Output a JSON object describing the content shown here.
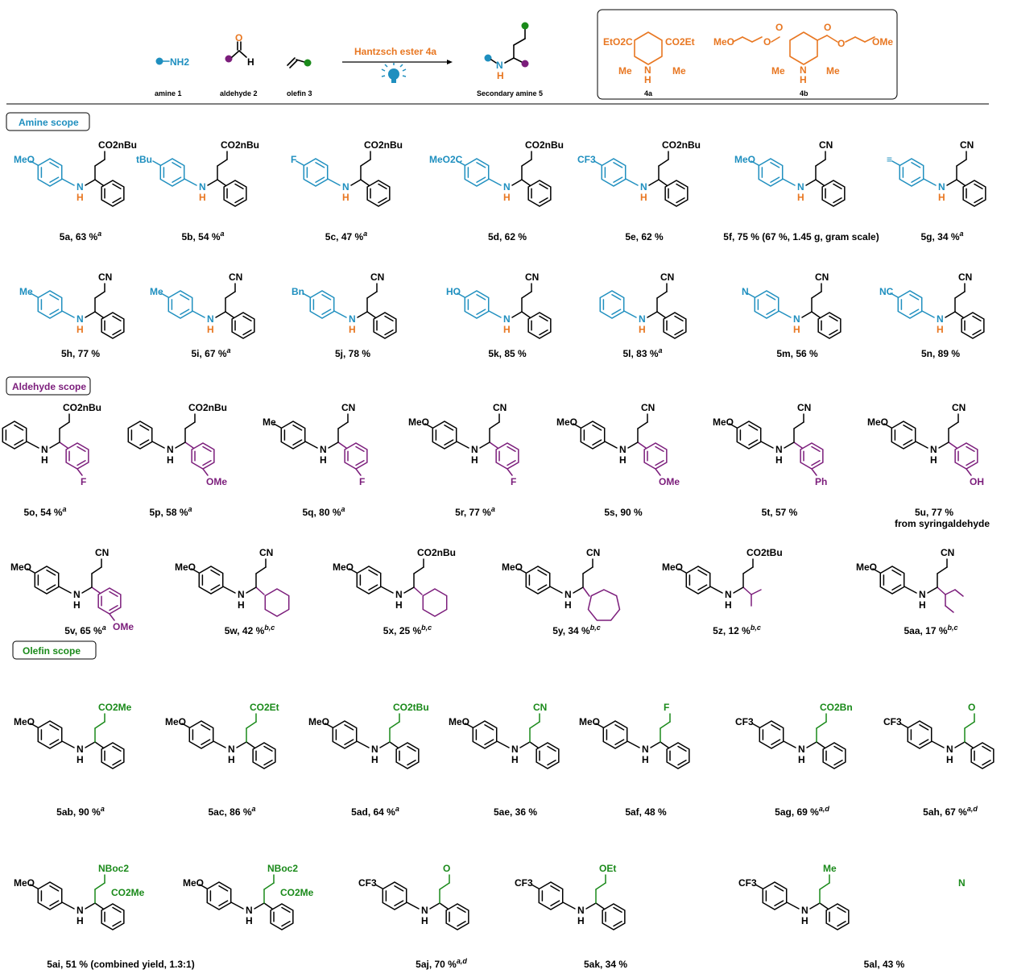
{
  "colors": {
    "amine": "#1f8fbf",
    "aldehyde": "#7b1d7b",
    "olefin": "#1a8a1a",
    "nh": "#e87722",
    "hantzsch": "#e87722",
    "black": "#000000"
  },
  "header": {
    "amine_symbol": "NH2",
    "amine_label": "amine 1",
    "aldehyde_O": "O",
    "aldehyde_H": "H",
    "aldehyde_label": "aldehyde 2",
    "olefin_label": "olefin 3",
    "arrow_label": "Hantzsch ester 4a",
    "bulb_icon": "lightbulb-icon",
    "product_N": "N",
    "product_H": "H",
    "product_label": "Secondary amine 5",
    "ester_4a": {
      "left_sub": "EtO2C",
      "right_sub": "CO2Et",
      "me_left": "Me",
      "me_right": "Me",
      "nh_N": "N",
      "nh_H": "H",
      "label": "4a"
    },
    "ester_4b": {
      "left_sub": "MeO",
      "right_sub": "OMe",
      "O_atoms": [
        "O",
        "O",
        "O",
        "O"
      ],
      "me_left": "Me",
      "me_right": "Me",
      "nh_N": "N",
      "nh_H": "H",
      "label": "4b"
    }
  },
  "sections": {
    "amine_scope": "Amine scope",
    "aldehyde_scope": "Aldehyde scope",
    "olefin_scope": "Olefin scope"
  },
  "amine_scope": [
    {
      "id": "5a",
      "caption": "5a, 63 %",
      "sup": "a",
      "para": "MeO",
      "tail": "CO2nBu"
    },
    {
      "id": "5b",
      "caption": "5b, 54 %",
      "sup": "a",
      "para": "tBu",
      "tail": "CO2nBu"
    },
    {
      "id": "5c",
      "caption": "5c, 47 %",
      "sup": "a",
      "para": "F",
      "tail": "CO2nBu"
    },
    {
      "id": "5d",
      "caption": "5d, 62 %",
      "sup": "",
      "para": "MeO2C",
      "tail": "CO2nBu"
    },
    {
      "id": "5e",
      "caption": "5e, 62 %",
      "sup": "",
      "para": "CF3",
      "tail": "CO2nBu"
    },
    {
      "id": "5f",
      "caption": "5f, 75 % (67 %, 1.45 g, gram scale)",
      "sup": "",
      "para": "MeO",
      "tail": "CN"
    },
    {
      "id": "5g",
      "caption": "5g, 34 %",
      "sup": "a",
      "para": "≡",
      "tail": "CN"
    },
    {
      "id": "5h",
      "caption": "5h, 77 %",
      "sup": "",
      "para": "Me",
      "tail": "CN"
    },
    {
      "id": "5i",
      "caption": "5i, 67 %",
      "sup": "a",
      "para": "Me",
      "tail": "CN"
    },
    {
      "id": "5j",
      "caption": "5j, 78 %",
      "sup": "",
      "para": "Bn",
      "tail": "CN"
    },
    {
      "id": "5k",
      "caption": "5k, 85 %",
      "sup": "",
      "para": "HO",
      "tail": "CN"
    },
    {
      "id": "5l",
      "caption": "5l, 83 %",
      "sup": "a",
      "para": "",
      "tail": "CN"
    },
    {
      "id": "5m",
      "caption": "5m, 56 %",
      "sup": "",
      "para": "N",
      "tail": "CN"
    },
    {
      "id": "5n",
      "caption": "5n, 89 %",
      "sup": "",
      "para": "NC",
      "tail": "CN"
    }
  ],
  "aldehyde_scope": [
    {
      "id": "5o",
      "caption": "5o, 54 %",
      "sup": "a",
      "para": "",
      "tail": "CO2nBu",
      "ald": "F"
    },
    {
      "id": "5p",
      "caption": "5p, 58 %",
      "sup": "a",
      "para": "",
      "tail": "CO2nBu",
      "ald": "OMe"
    },
    {
      "id": "5q",
      "caption": "5q, 80 %",
      "sup": "a",
      "para": "Me",
      "tail": "CN",
      "ald": "F"
    },
    {
      "id": "5r",
      "caption": "5r, 77 %",
      "sup": "a",
      "para": "MeO",
      "tail": "CN",
      "ald": "F"
    },
    {
      "id": "5s",
      "caption": "5s, 90 %",
      "sup": "",
      "para": "MeO",
      "tail": "CN",
      "ald": "OMe"
    },
    {
      "id": "5t",
      "caption": "5t, 57 %",
      "sup": "",
      "para": "MeO",
      "tail": "CN",
      "ald": "Ph"
    },
    {
      "id": "5u",
      "caption": "5u, 77 %",
      "caption2": "from syringaldehyde",
      "sup": "",
      "para": "MeO",
      "tail": "CN",
      "ald": "OH"
    },
    {
      "id": "5v",
      "caption": "5v, 65 %",
      "sup": "a",
      "para": "MeO",
      "tail": "CN",
      "ald": "OMe"
    },
    {
      "id": "5w",
      "caption": "5w, 42 %",
      "sup": "b,c",
      "para": "MeO",
      "tail": "CN"
    },
    {
      "id": "5x",
      "caption": "5x, 25 %",
      "sup": "b,c",
      "para": "MeO",
      "tail": "CO2nBu"
    },
    {
      "id": "5y",
      "caption": "5y,  34 %",
      "sup": "b,c",
      "para": "MeO",
      "tail": "CN"
    },
    {
      "id": "5z",
      "caption": "5z,  12 %",
      "sup": "b,c",
      "para": "MeO",
      "tail": "CO2tBu"
    },
    {
      "id": "5aa",
      "caption": "5aa,  17 %",
      "sup": "b,c",
      "para": "MeO",
      "tail": "CN"
    }
  ],
  "olefin_scope": [
    {
      "id": "5ab",
      "caption": "5ab, 90 %",
      "sup": "a",
      "para": "MeO",
      "tail": "CO2Me"
    },
    {
      "id": "5ac",
      "caption": "5ac, 86 %",
      "sup": "a",
      "para": "MeO",
      "tail": "CO2Et"
    },
    {
      "id": "5ad",
      "caption": "5ad, 64 %",
      "sup": "a",
      "para": "MeO",
      "tail": "CO2tBu"
    },
    {
      "id": "5ae",
      "caption": "5ae, 36 %",
      "sup": "",
      "para": "MeO",
      "tail": "CN"
    },
    {
      "id": "5af",
      "caption": "5af, 48 %",
      "sup": "",
      "para": "MeO",
      "tail": "F"
    },
    {
      "id": "5ag",
      "caption": "5ag, 69 %",
      "sup": "a,d",
      "para": "CF3",
      "tail": "CO2Bn"
    },
    {
      "id": "5ah",
      "caption": "5ah, 67 %",
      "sup": "a,d",
      "para": "CF3",
      "tail": "O"
    },
    {
      "id": "5ai",
      "caption": "5ai, 51 % (combined yield, 1.3:1)",
      "sup": "",
      "para": "MeO",
      "tail": "NBoc2",
      "tail2": "CO2Me"
    },
    {
      "id": "5ai2",
      "caption": "",
      "sup": "",
      "para": "MeO",
      "tail": "NBoc2",
      "tail2": "CO2Me"
    },
    {
      "id": "5aj",
      "caption": "5aj, 70 %",
      "sup": "a,d",
      "para": "CF3",
      "tail": "O"
    },
    {
      "id": "5ak",
      "caption": "5ak, 34 %",
      "sup": "",
      "para": "CF3",
      "tail": "OEt"
    },
    {
      "id": "5al",
      "caption": "5al, 43 %",
      "sup": "",
      "para": "CF3",
      "tail": "Me",
      "tail_N": "N"
    }
  ],
  "atoms": {
    "N": "N",
    "H": "H",
    "NH": "NH"
  }
}
